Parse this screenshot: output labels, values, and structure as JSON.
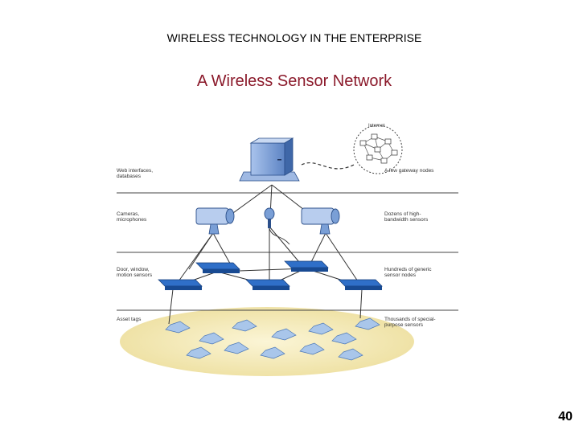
{
  "slide": {
    "header": "WIRELESS TECHNOLOGY IN THE ENTERPRISE",
    "title": "A Wireless Sensor Network",
    "page_number": "40"
  },
  "diagram": {
    "internet_label": "Internet",
    "tiers": [
      {
        "left": [
          "Web interfaces,",
          "databases"
        ],
        "right": [
          "A few gateway nodes"
        ]
      },
      {
        "left": [
          "Cameras,",
          "microphones"
        ],
        "right": [
          "Dozens of high-",
          "bandwidth sensors"
        ]
      },
      {
        "left": [
          "Door, window,",
          "motion sensors"
        ],
        "right": [
          "Hundreds of generic",
          "sensor nodes"
        ]
      },
      {
        "left": [
          "Asset tags"
        ],
        "right": [
          "Thousands of special-",
          "purpose sensors"
        ]
      }
    ]
  },
  "colors": {
    "accent_title": "#8b1a2b",
    "sensor_node": "#1f5fb0",
    "asset_tag": "#a9c6ea",
    "footprint": "#f4ecc4",
    "server": "#7a9fd6"
  }
}
